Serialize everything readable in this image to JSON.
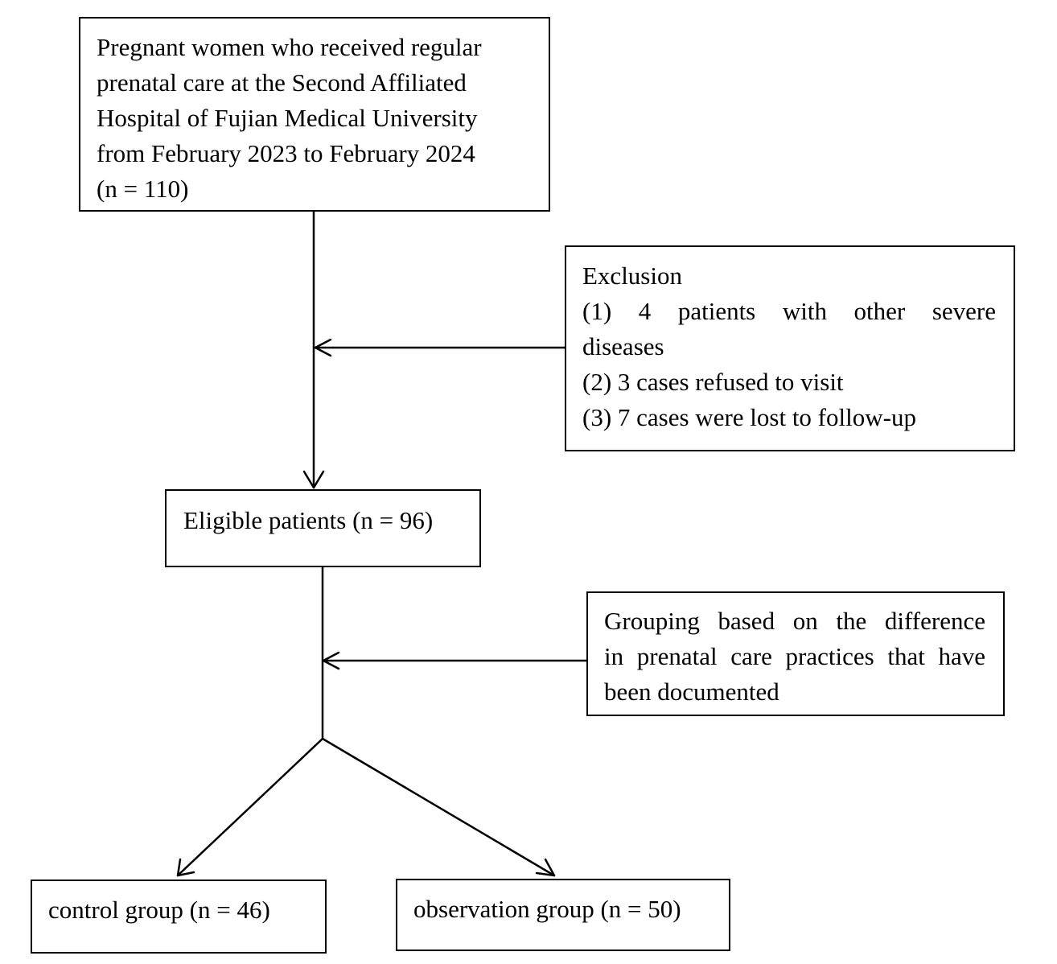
{
  "source": {
    "lines": [
      "Pregnant women who received regular",
      "prenatal care at the Second Affiliated",
      "Hospital of Fujian Medical University",
      "from February 2023 to February 2024",
      "(n = 110)"
    ]
  },
  "exclusion": {
    "title": "Exclusion",
    "lines": [
      "(1) 4 patients with other severe",
      "diseases",
      "(2) 3 cases refused to visit",
      "(3) 7 cases were lost to follow-up"
    ]
  },
  "eligible": {
    "label": "Eligible patients (n = 96)"
  },
  "grouping": {
    "lines": [
      "Grouping based on the difference",
      "in prenatal care practices that have",
      "been documented"
    ]
  },
  "control": {
    "label": "control group (n = 46)"
  },
  "observation": {
    "label": "observation group (n = 50)"
  }
}
